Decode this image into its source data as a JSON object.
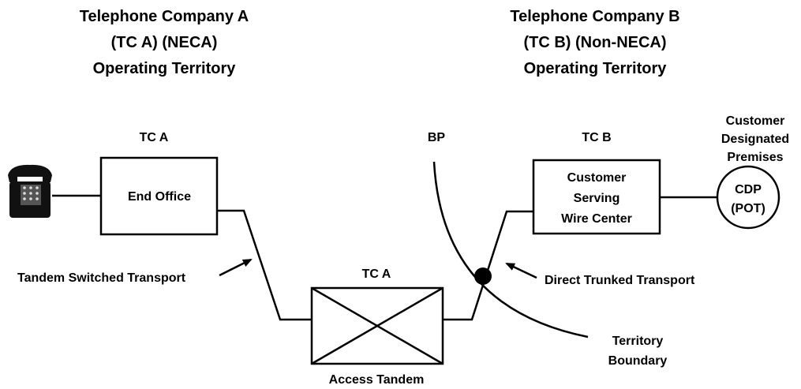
{
  "headers": {
    "company_a": [
      "Telephone Company A",
      "(TC  A) (NECA)",
      "Operating Territory"
    ],
    "company_b": [
      "Telephone Company B",
      "(TC  B) (Non-NECA)",
      "Operating Territory"
    ]
  },
  "labels": {
    "tc_a_top": "TC  A",
    "tc_a_tandem": "TC  A",
    "tc_b": "TC  B",
    "bp": "BP",
    "end_office": "End Office",
    "cswc": [
      "Customer",
      "Serving",
      "Wire Center"
    ],
    "cdp": [
      "CDP",
      "(POT)"
    ],
    "customer_premises": [
      "Customer",
      "Designated",
      "Premises"
    ],
    "tandem_switched_transport": "Tandem Switched Transport",
    "direct_trunked_transport": "Direct Trunked Transport",
    "access_tandem": "Access Tandem",
    "territory_boundary": [
      "Territory",
      "Boundary"
    ]
  },
  "icons": {
    "telephone": "telephone-icon",
    "bp_node": "bridge-point-node"
  }
}
